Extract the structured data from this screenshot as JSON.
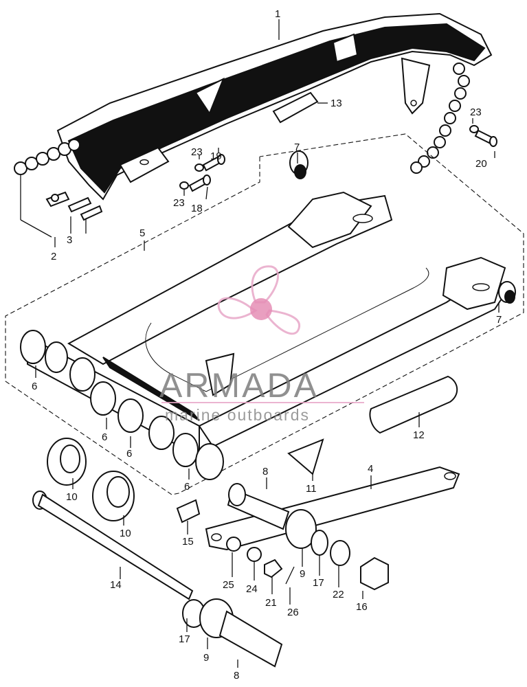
{
  "diagram": {
    "callouts": [
      {
        "id": "c1",
        "text": "1"
      },
      {
        "id": "c2",
        "text": "2"
      },
      {
        "id": "c3",
        "text": "3"
      },
      {
        "id": "c4",
        "text": "4"
      },
      {
        "id": "c5",
        "text": "5"
      },
      {
        "id": "c6a",
        "text": "6"
      },
      {
        "id": "c6b",
        "text": "6"
      },
      {
        "id": "c6c",
        "text": "6"
      },
      {
        "id": "c6d",
        "text": "6"
      },
      {
        "id": "c7a",
        "text": "7"
      },
      {
        "id": "c7b",
        "text": "7"
      },
      {
        "id": "c8a",
        "text": "8"
      },
      {
        "id": "c8b",
        "text": "8"
      },
      {
        "id": "c9a",
        "text": "9"
      },
      {
        "id": "c9b",
        "text": "9"
      },
      {
        "id": "c10a",
        "text": "10"
      },
      {
        "id": "c10b",
        "text": "10"
      },
      {
        "id": "c11",
        "text": "11"
      },
      {
        "id": "c12",
        "text": "12"
      },
      {
        "id": "c13",
        "text": "13"
      },
      {
        "id": "c14",
        "text": "14"
      },
      {
        "id": "c15",
        "text": "15"
      },
      {
        "id": "c16",
        "text": "16"
      },
      {
        "id": "c17a",
        "text": "17"
      },
      {
        "id": "c17b",
        "text": "17"
      },
      {
        "id": "c18",
        "text": "18"
      },
      {
        "id": "c19",
        "text": "19"
      },
      {
        "id": "c20",
        "text": "20"
      },
      {
        "id": "c21",
        "text": "21"
      },
      {
        "id": "c22",
        "text": "22"
      },
      {
        "id": "c23a",
        "text": "23"
      },
      {
        "id": "c23b",
        "text": "23"
      },
      {
        "id": "c23c",
        "text": "23"
      },
      {
        "id": "c24",
        "text": "24"
      },
      {
        "id": "c25",
        "text": "25"
      },
      {
        "id": "c26",
        "text": "26"
      }
    ]
  },
  "watermark": {
    "title": "ARMADA",
    "subtitle": "marine outboards",
    "logo_color": "#e8a8c8",
    "logo_accent": "#e07aa8"
  }
}
